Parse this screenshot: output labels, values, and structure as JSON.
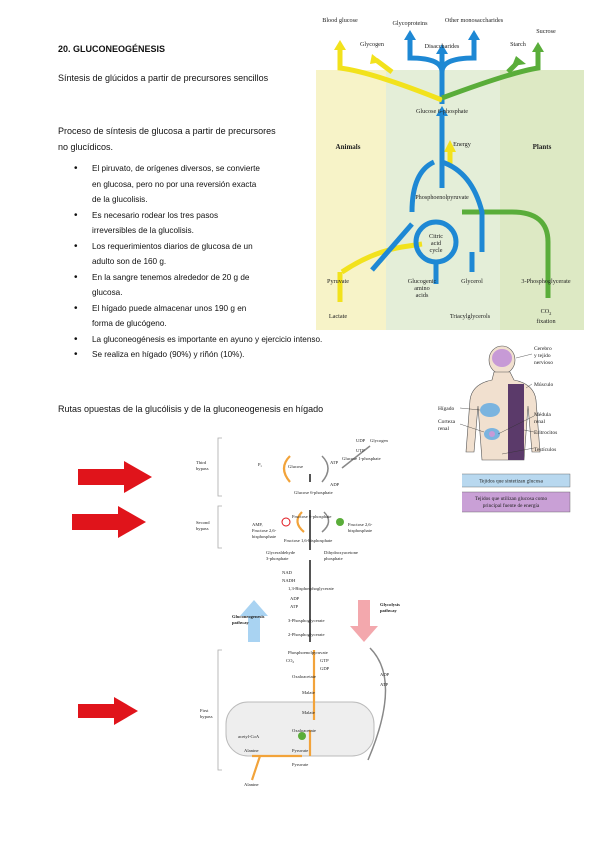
{
  "doc": {
    "title": "20. GLUCONEOGÉNESIS",
    "subtitle": "Síntesis de glúcidos a partir de precursores sencillos",
    "process_line1": "Proceso de síntesis de glucosa a partir de precursores",
    "process_line2": "no glucídicos.",
    "bullets": [
      {
        "l1": "El piruvato, de orígenes diversos, se convierte",
        "l2": "en glucosa, pero no por una reversión exacta",
        "l3": "de la glucolisis."
      },
      {
        "l1": "Es necesario rodear los tres pasos",
        "l2": "irreversibles de la glucolisis."
      },
      {
        "l1": "Los requerimientos diarios de glucosa de un",
        "l2": "adulto son de 160 g."
      },
      {
        "l1": "En la sangre tenemos alrededor de 20 g de",
        "l2": "glucosa."
      },
      {
        "l1": "El hígado puede almacenar unos 190 g en",
        "l2": "forma de glucógeno."
      },
      {
        "l1": "La gluconeogénesis es importante en ayuno y ejercicio intenso."
      },
      {
        "l1": "Se realiza en hígado (90%) y riñón (10%)."
      }
    ],
    "rutas": "Rutas opuestas de la glucólisis y de la gluconeogenesis en hígado"
  },
  "fig1": {
    "top": [
      "Blood glucose",
      "Glycogen",
      "Glycoproteins",
      "Disaccharides",
      "Other monosaccharides",
      "Starch",
      "Sucrose"
    ],
    "glucose6p": "Glucose 6-phosphate",
    "energy": "Energy",
    "animals": "Animals",
    "plants": "Plants",
    "pep": "Phosphoenolpyruvate",
    "cycle1": "Citric",
    "cycle2": "acid",
    "cycle3": "cycle",
    "pyruvate": "Pyruvate",
    "lactate": "Lactate",
    "gluco1": "Glucogenic",
    "gluco2": "amino",
    "gluco3": "acids",
    "glycerol": "Glycerol",
    "triacyl": "Triacylglycerols",
    "pg3": "3-Phosphoglycerate",
    "co2": "CO",
    "co2sub": "2",
    "fixation": "fixation",
    "colors": {
      "animals_bg": "#f7f3c8",
      "plants_bg": "#dde9c4",
      "middle_bg": "#e4eed8",
      "blue": "#1e88d4",
      "yellow": "#f2e21c",
      "green": "#5aad3a"
    }
  },
  "fig2": {
    "cerebro": "Cerebro",
    "tejido1": "y tejido",
    "tejido2": "nervioso",
    "musculo": "Músculo",
    "higado": "Hígado",
    "corteza1": "Corteza",
    "corteza2": "renal",
    "medula1": "Médula",
    "medula2": "renal",
    "eritrocitos": "Eritrocitos",
    "testiculos": "Testículos",
    "legend1": "Tejidos que sintetizan glucosa",
    "legend2a": "Tejidos que utilizan glucosa como",
    "legend2b": "principal fuente de energía",
    "colors": {
      "blue": "#b8d8ef",
      "purple": "#c9a0d6"
    }
  },
  "fig3": {
    "third1": "Third",
    "third2": "bypass",
    "second1": "Second",
    "second2": "bypass",
    "first1": "First",
    "first2": "bypass",
    "glucose": "Glucose",
    "pi": "P",
    "pisub": "i",
    "atp": "ATP",
    "adp": "ADP",
    "glycogen": "Glycogen",
    "udp": "UDP",
    "utp": "UTP",
    "g1p": "Glucose 1-phosphate",
    "g6p": "Glucose 6-phosphate",
    "f6p": "Fructose 6-phosphate",
    "amp": "AMP,",
    "f26a": "Fructose 2,6-",
    "f26b": "bisphosphate",
    "f16": "Fructose 1,6-bisphosphate",
    "gap1": "Glyceraldehyde",
    "gap2": "3-phosphate",
    "dhap1": "Dihydroxyacetone",
    "dhap2": "phosphate",
    "nad": "NAD",
    "nadh": "NADH",
    "bpg": "1,3-Bisphosphoglycerate",
    "pg3": "3-Phosphoglycerate",
    "pg2": "2-Phosphoglycerate",
    "pep": "Phosphoenolpyruvate",
    "co2": "CO",
    "co2sub": "2",
    "gtp": "GTP",
    "gdp": "GDP",
    "oxalo": "Oxaloacetate",
    "malate": "Malate",
    "acetyl": "acetyl-CoA",
    "alanine": "Alanine",
    "pyruvate": "Pyruvate",
    "glucopath1": "Gluconeogenesis",
    "glucopath2": "pathway",
    "glycopath1": "Glycolysis",
    "glycopath2": "pathway",
    "colors": {
      "red": "#e0141b",
      "orange": "#f2a33a",
      "up": "#a9d3f2",
      "down": "#f3a8ad"
    }
  }
}
